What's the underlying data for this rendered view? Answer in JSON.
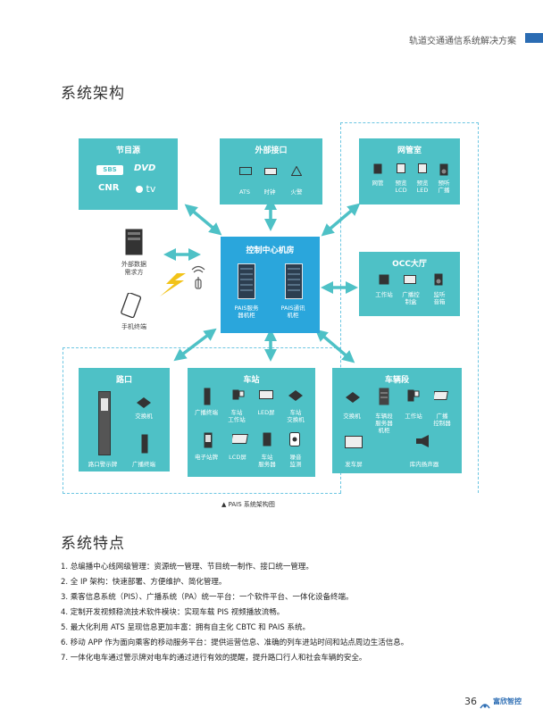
{
  "header": {
    "title": "轨道交通通信系统解决方案"
  },
  "section1": {
    "title": "系统架构"
  },
  "diagram": {
    "program_source": {
      "title": "节目源",
      "logos": [
        "SBS",
        "DVD",
        "CNR",
        "tv"
      ]
    },
    "external": {
      "title": "外部接口",
      "items": [
        "ATS",
        "时钟",
        "火警"
      ]
    },
    "nms": {
      "title": "网管室",
      "items": [
        "网管",
        "预览\nLCD",
        "预览\nLED",
        "预听\n广播"
      ]
    },
    "control": {
      "title": "控制中心机房",
      "items": [
        "PAIS服务\n器机柜",
        "PAIS通讯\n机柜"
      ]
    },
    "occ": {
      "title": "OCC大厅",
      "items": [
        "工作站",
        "广播控\n制盒",
        "监听\n音箱"
      ]
    },
    "left": {
      "ext_data": "外部数据\n需求方",
      "phone": "手机终端"
    },
    "crossing": {
      "title": "路口",
      "items": [
        "交换机",
        "路口警示牌",
        "广播终端"
      ]
    },
    "station": {
      "title": "车站",
      "items": [
        "广播终端",
        "车站\n工作站",
        "LED屏",
        "车站\n交换机",
        "电子站牌",
        "LCD屏",
        "车站\n服务器",
        "噪音\n监测"
      ]
    },
    "vehicle": {
      "title": "车辆段",
      "items": [
        "交换机",
        "车辆段\n服务器\n机柜",
        "工作站",
        "广播\n控制器",
        "发车屏",
        "库内扬声器"
      ]
    },
    "caption": "▲ PAIS 系统架构图"
  },
  "section2": {
    "title": "系统特点",
    "features": [
      "1. 总编播中心线网级管理：资源统一管理、节目统一制作、接口统一管理。",
      "2. 全 IP 架构：快速部署、方便维护、简化管理。",
      "3. 乘客信息系统（PIS）、广播系统（PA）统一平台：一个软件平台、一体化设备终端。",
      "4. 定制开发视频稳流技术软件模块：实现车载 PIS 视频播放流畅。",
      "5. 最大化利用 ATS 呈现信息更加丰富：拥有自主化 CBTC 和 PAIS 系统。",
      "6. 移动 APP 作为面向乘客的移动服务平台：提供运营信息、准确的列车进站时间和站点周边生活信息。",
      "7. 一体化电车通过警示牌对电车的通过进行有效的提醒，提升路口行人和社会车辆的安全。"
    ]
  },
  "footer": {
    "page": "36",
    "brand": "富欣智控"
  },
  "colors": {
    "box": "#4ec1c6",
    "center": "#2aa6dc",
    "accent": "#2b6cb3"
  }
}
